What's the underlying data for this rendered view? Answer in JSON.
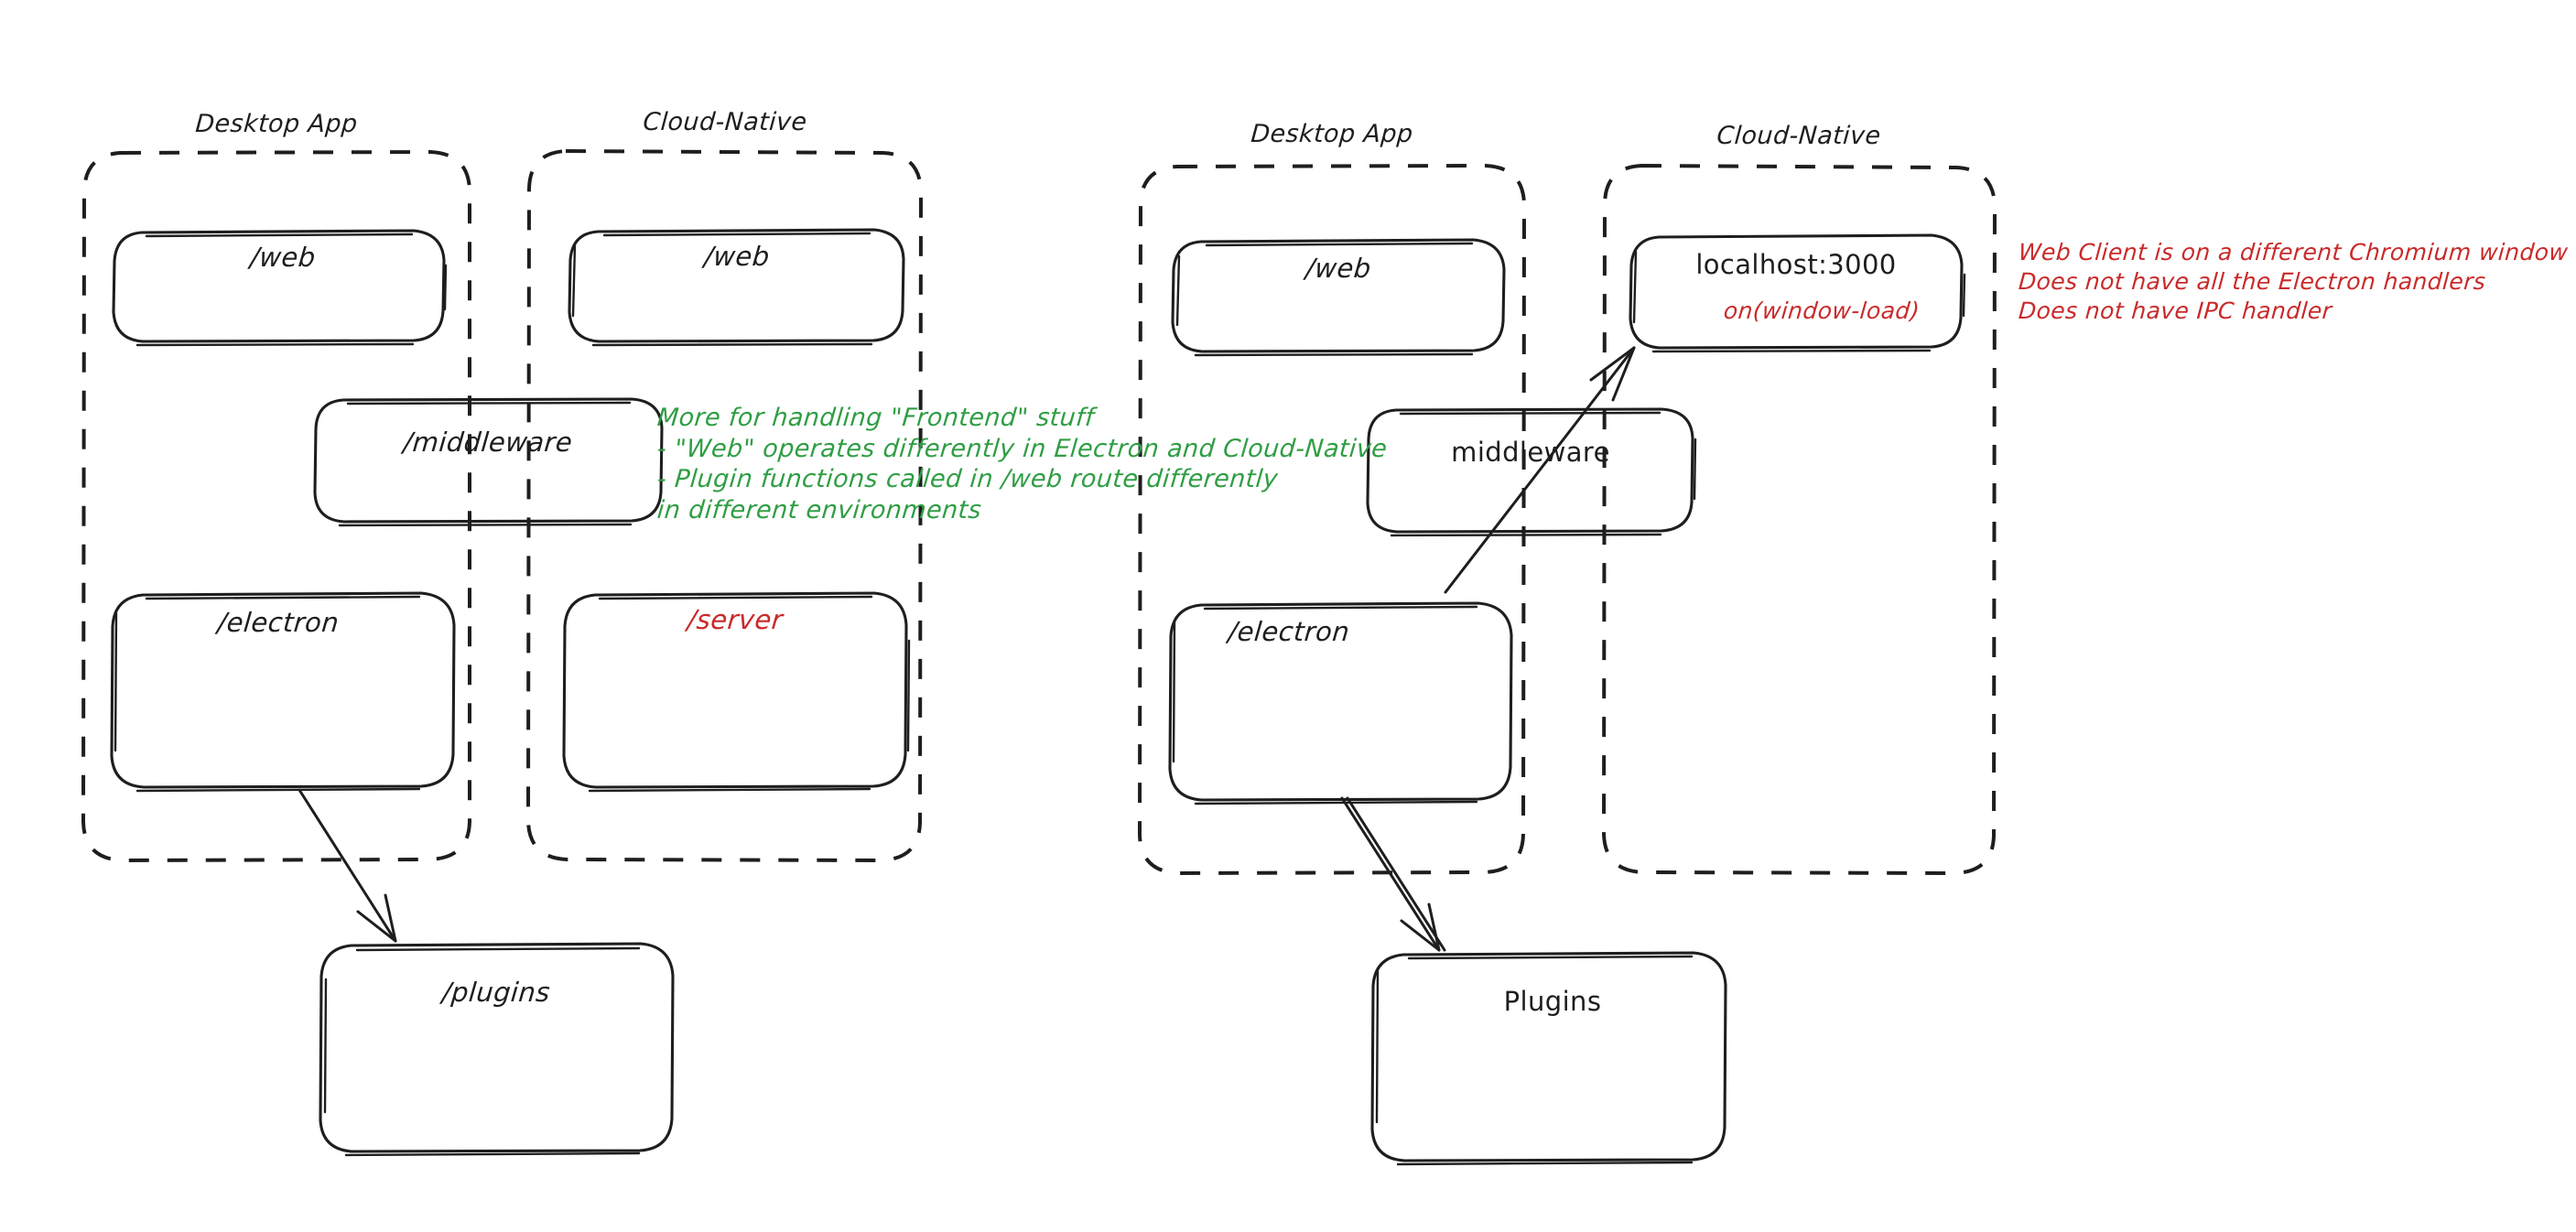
{
  "diagram": {
    "title": "Electron Desktop App vs Cloud-Native architecture comparison",
    "background_color": "#ffffff",
    "ink_color": "#1e1e1e",
    "accent_red": "#c92a2a",
    "accent_green": "#2f9e44"
  },
  "left_diagram": {
    "groups": [
      {
        "id": "left-desktop-app",
        "label": "Desktop App"
      },
      {
        "id": "left-cloud-native",
        "label": "Cloud-Native"
      }
    ],
    "nodes": [
      {
        "id": "left-desktop-web",
        "label": "/web",
        "color": "#1e1e1e"
      },
      {
        "id": "left-cloud-web",
        "label": "/web",
        "color": "#1e1e1e"
      },
      {
        "id": "left-middleware",
        "label": "/middleware",
        "color": "#1e1e1e"
      },
      {
        "id": "left-electron",
        "label": "/electron",
        "color": "#1e1e1e"
      },
      {
        "id": "left-server",
        "label": "/server",
        "color": "#c92a2a"
      },
      {
        "id": "left-plugins",
        "label": "/plugins",
        "color": "#1e1e1e"
      }
    ],
    "connectors": [
      {
        "id": "left-electron-to-plugins",
        "from": "/electron",
        "to": "/plugins",
        "style": "arrow"
      }
    ],
    "note_green": {
      "color": "#2f9e44",
      "lines": [
        "More for handling \"Frontend\" stuff",
        "- \"Web\" operates differently in Electron and Cloud-Native",
        "- Plugin functions called in /web route differently",
        "in different environments"
      ]
    }
  },
  "right_diagram": {
    "groups": [
      {
        "id": "right-desktop-app",
        "label": "Desktop App"
      },
      {
        "id": "right-cloud-native",
        "label": "Cloud-Native"
      }
    ],
    "nodes": [
      {
        "id": "right-desktop-web",
        "label": "/web",
        "color": "#1e1e1e"
      },
      {
        "id": "right-localhost",
        "label": "localhost:3000",
        "color": "#1e1e1e",
        "sub_label": "on(window-load)",
        "sub_label_color": "#c92a2a"
      },
      {
        "id": "right-middleware",
        "label": "middleware",
        "color": "#1e1e1e"
      },
      {
        "id": "right-electron",
        "label": "/electron",
        "color": "#1e1e1e"
      },
      {
        "id": "right-plugins",
        "label": "Plugins",
        "color": "#1e1e1e"
      }
    ],
    "connectors": [
      {
        "id": "right-electron-to-localhost",
        "from": "/electron",
        "to": "localhost:3000",
        "style": "arrow"
      },
      {
        "id": "right-electron-to-plugins",
        "from": "/electron",
        "to": "Plugins",
        "style": "arrow"
      }
    ],
    "note_red": {
      "color": "#c92a2a",
      "lines": [
        "Web Client is on a different Chromium window",
        "Does not have all the Electron handlers",
        "Does not have IPC handler"
      ]
    }
  }
}
